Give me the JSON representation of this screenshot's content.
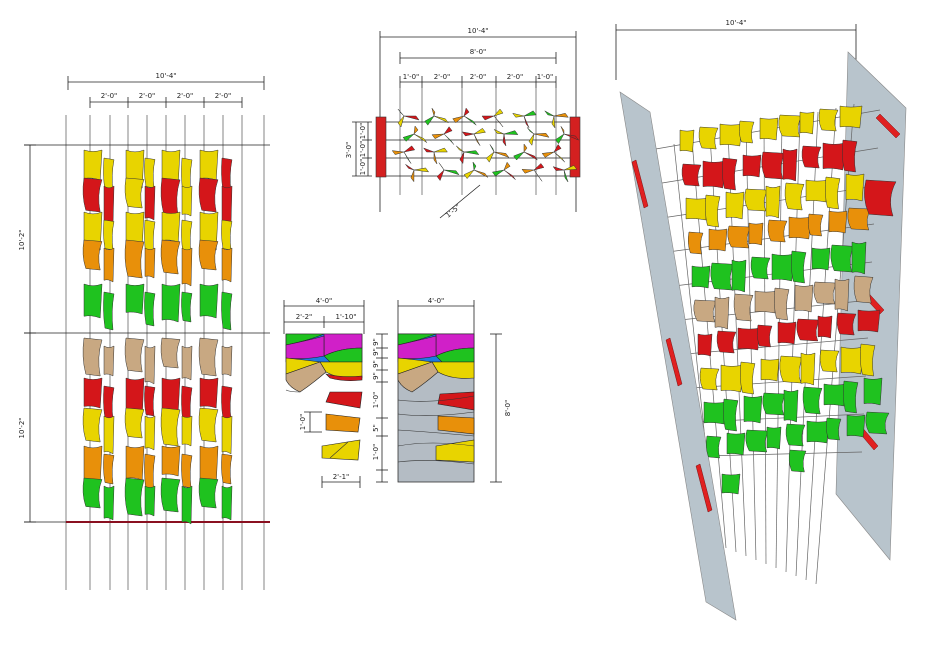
{
  "colors": {
    "red": "#d4161a",
    "yellow": "#e8d400",
    "orange": "#e8900a",
    "green": "#1fc21f",
    "tan": "#c8a882",
    "magenta": "#d020c8",
    "blue": "#1e7ae0",
    "panel": "#b8c4cc",
    "frame_red": "#e02020"
  },
  "elevation": {
    "overall_width": "10'-4\"",
    "bays": [
      "2'-0\"",
      "2'-0\"",
      "2'-0\"",
      "2'-0\""
    ],
    "upper_height": "10'-2\"",
    "lower_height": "10'-2\""
  },
  "plan": {
    "overall_width": "10'-4\"",
    "inner_width": "8'-0\"",
    "spacings": [
      "1'-0\"",
      "2'-0\"",
      "2'-0\"",
      "2'-0\"",
      "1'-0\""
    ],
    "depth": "3'-0\"",
    "depth_parts": [
      "1'-0\"",
      "1'-0\"",
      "1'-0\""
    ],
    "diagonal": "1'-5\""
  },
  "panel_detail": {
    "width": "4'-0\"",
    "left_part": "2'-2\"",
    "right_part": "1'-10\"",
    "piece_height": "1'-0\"",
    "piece_width": "2'-1\""
  },
  "grid_detail": {
    "width": "4'-0\"",
    "height": "8'-0\"",
    "rows": [
      "9\"",
      "9\"",
      "9\"",
      "9\"",
      "1'-0\"",
      "5\"",
      "1'-0\""
    ]
  },
  "perspective": {
    "overall_width": "10'-4\""
  }
}
